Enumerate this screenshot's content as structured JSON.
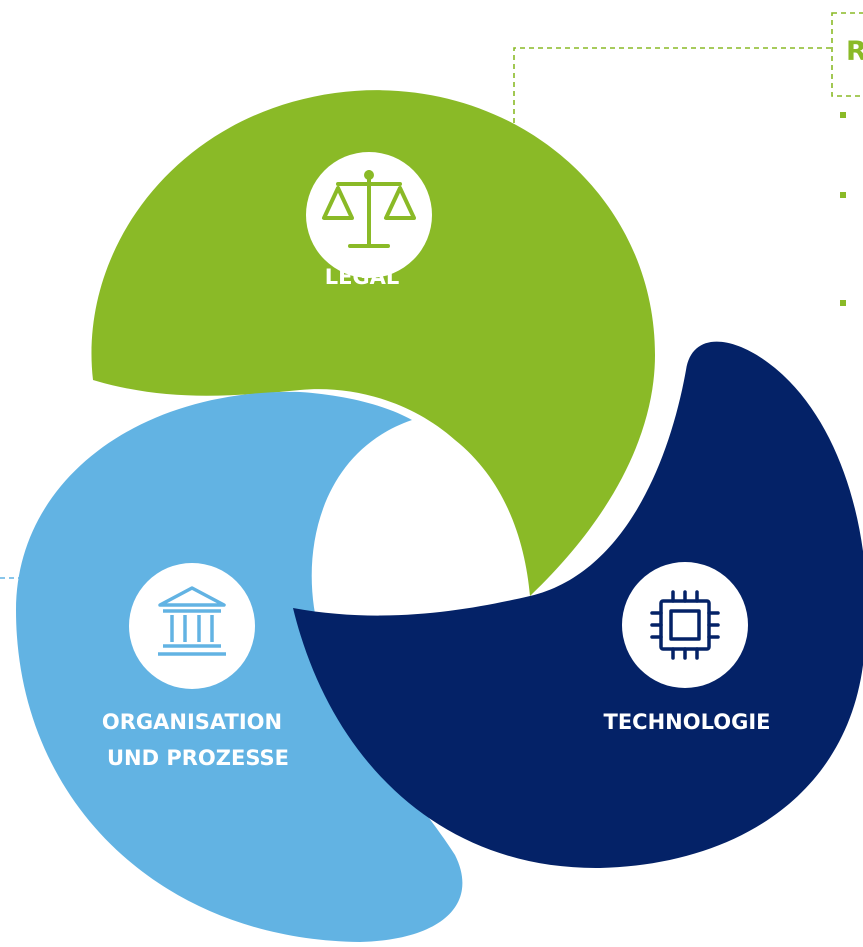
{
  "segments": {
    "legal": {
      "label": "LEGAL",
      "color": "#8aba27",
      "icon": "scales-icon"
    },
    "organisation": {
      "label_line1": "ORGANISATION",
      "label_line2": "UND PROZESSE",
      "color": "#62b3e3",
      "icon": "institution-icon"
    },
    "technologie": {
      "label": "TECHNOLOGIE",
      "color": "#042267",
      "icon": "chip-icon"
    }
  },
  "callout": {
    "heading_initial": "R",
    "bullet_count": 3
  },
  "colors": {
    "callout_border": "#8aba27",
    "connector_blue": "#62b3e3",
    "bullet": "#8aba27"
  }
}
